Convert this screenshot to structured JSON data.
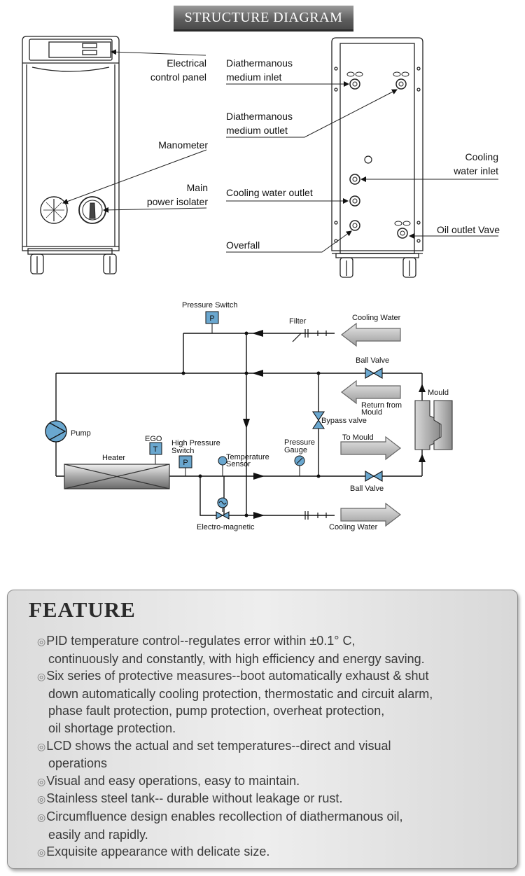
{
  "header": {
    "title": "STRUCTURE DIAGRAM"
  },
  "structure": {
    "left_labels": {
      "electrical_control_panel": [
        "Electrical",
        "control panel"
      ],
      "manometer": "Manometer",
      "main_power_isolater": [
        "Main",
        "power isolater"
      ]
    },
    "right_labels": {
      "diathermanous_medium_inlet": [
        "Diathermanous",
        "medium inlet"
      ],
      "diathermanous_medium_outlet": [
        "Diathermanous",
        "medium outlet"
      ],
      "cooling_water_inlet": [
        "Cooling",
        "water inlet"
      ],
      "cooling_water_outlet": "Cooling water outlet",
      "oil_outlet_vave": "Oil outlet Vave",
      "overfall": "Overfall"
    }
  },
  "flow": {
    "pressure_switch": "Pressure Switch",
    "filter": "Filter",
    "cooling_water_in": "Cooling Water",
    "ball_valve_top": "Ball Valve",
    "mould": "Mould",
    "return_from_mould": [
      "Return from",
      "Mould"
    ],
    "bypass_valve": "Bypass valve",
    "pump": "Pump",
    "ego": "EGO",
    "ego_symbol": "T",
    "heater": "Heater",
    "high_pressure_switch": [
      "High Pressure",
      "Switch"
    ],
    "temperature_sensor": [
      "Temperature",
      "Sensor"
    ],
    "pressure_gauge": [
      "Pressure",
      "Gauge"
    ],
    "to_mould": "To Mould",
    "ball_valve_bottom": "Ball Valve",
    "electro_magnetic": "Electro-magnetic",
    "cooling_water_out": "Cooling Water",
    "p_symbol": "P"
  },
  "feature": {
    "title": "FEATURE",
    "bullet_symbol": "◎",
    "items": [
      {
        "lines": [
          "PID temperature control--regulates error within  ±0.1°  C,",
          "continuously and constantly, with high efficiency and energy saving."
        ]
      },
      {
        "lines": [
          "Six series of protective measures--boot automatically exhaust & shut",
          "down automatically cooling protection, thermostatic and circuit alarm,",
          "phase fault protection, pump protection, overheat protection,",
          "oil shortage protection."
        ]
      },
      {
        "lines": [
          "LCD shows the actual and set temperatures--direct and visual",
          "operations"
        ]
      },
      {
        "lines": [
          "Visual and easy operations, easy to maintain."
        ]
      },
      {
        "lines": [
          "Stainless steel tank-- durable without leakage or rust."
        ]
      },
      {
        "lines": [
          "Circumfluence design enables recollection of diathermanous oil,",
          "easily and rapidly."
        ]
      },
      {
        "lines": [
          "Exquisite appearance with delicate size."
        ]
      }
    ]
  }
}
